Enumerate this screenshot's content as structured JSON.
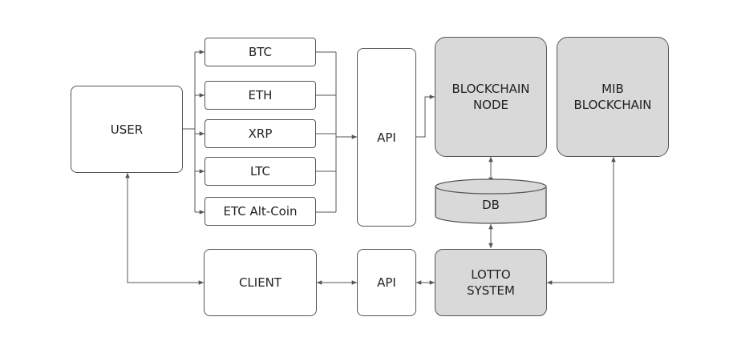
{
  "nodes": {
    "user": "USER",
    "btc": "BTC",
    "eth": "ETH",
    "xrp": "XRP",
    "ltc": "LTC",
    "etc": "ETC Alt-Coin",
    "api_top": "API",
    "blockchain_node": "BLOCKCHAIN\nNODE",
    "mib_blockchain": "MIB\nBLOCKCHAIN",
    "db": "DB",
    "client": "CLIENT",
    "api_bottom": "API",
    "lotto_system": "LOTTO\nSYSTEM"
  },
  "colors": {
    "line": "#555555",
    "fill_gray": "#d9d9d9",
    "fill_white": "#ffffff"
  }
}
